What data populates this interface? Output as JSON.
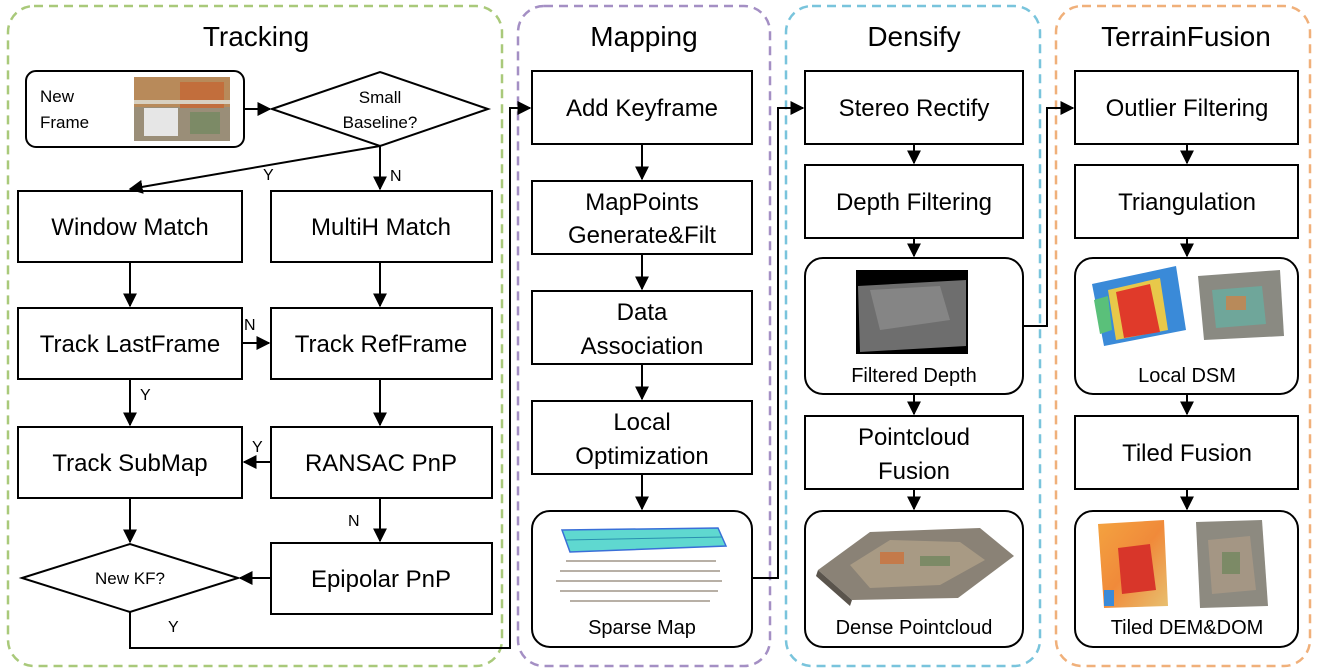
{
  "panels": {
    "tracking": "Tracking",
    "mapping": "Mapping",
    "densify": "Densify",
    "terrain": "TerrainFusion"
  },
  "colors": {
    "tracking_border": "#a9c97a",
    "mapping_border": "#a48fc4",
    "densify_border": "#79c4dc",
    "terrain_border": "#f0b07a"
  },
  "tracking": {
    "new_frame": [
      "New",
      "Frame"
    ],
    "small_baseline": [
      "Small",
      "Baseline?"
    ],
    "window_match": "Window Match",
    "multih_match": "MultiH Match",
    "track_lastframe": "Track LastFrame",
    "track_refframe": "Track RefFrame",
    "track_submap": "Track SubMap",
    "ransac_pnp": "RANSAC PnP",
    "new_kf": "New KF?",
    "epipolar_pnp": "Epipolar PnP",
    "labels": {
      "y_window": "Y",
      "n_multih": "N",
      "n_refframe": "N",
      "y_submap_left": "Y",
      "y_submap_right": "Y",
      "n_epipolar": "N",
      "y_newkf": "Y"
    }
  },
  "mapping": {
    "add_keyframe": "Add Keyframe",
    "mappoints": [
      "MapPoints",
      "Generate&Filt"
    ],
    "data_association": [
      "Data",
      "Association"
    ],
    "local_optimization": [
      "Local",
      "Optimization"
    ],
    "sparse_map": "Sparse Map"
  },
  "densify": {
    "stereo_rectify": "Stereo Rectify",
    "depth_filtering": "Depth Filtering",
    "filtered_depth": "Filtered Depth",
    "pointcloud_fusion": [
      "Pointcloud",
      "Fusion"
    ],
    "dense_pointcloud": "Dense Pointcloud"
  },
  "terrain": {
    "outlier_filtering": "Outlier Filtering",
    "triangulation": "Triangulation",
    "local_dsm": "Local DSM",
    "tiled_fusion": "Tiled Fusion",
    "tiled_dem_dom": "Tiled DEM&DOM"
  }
}
